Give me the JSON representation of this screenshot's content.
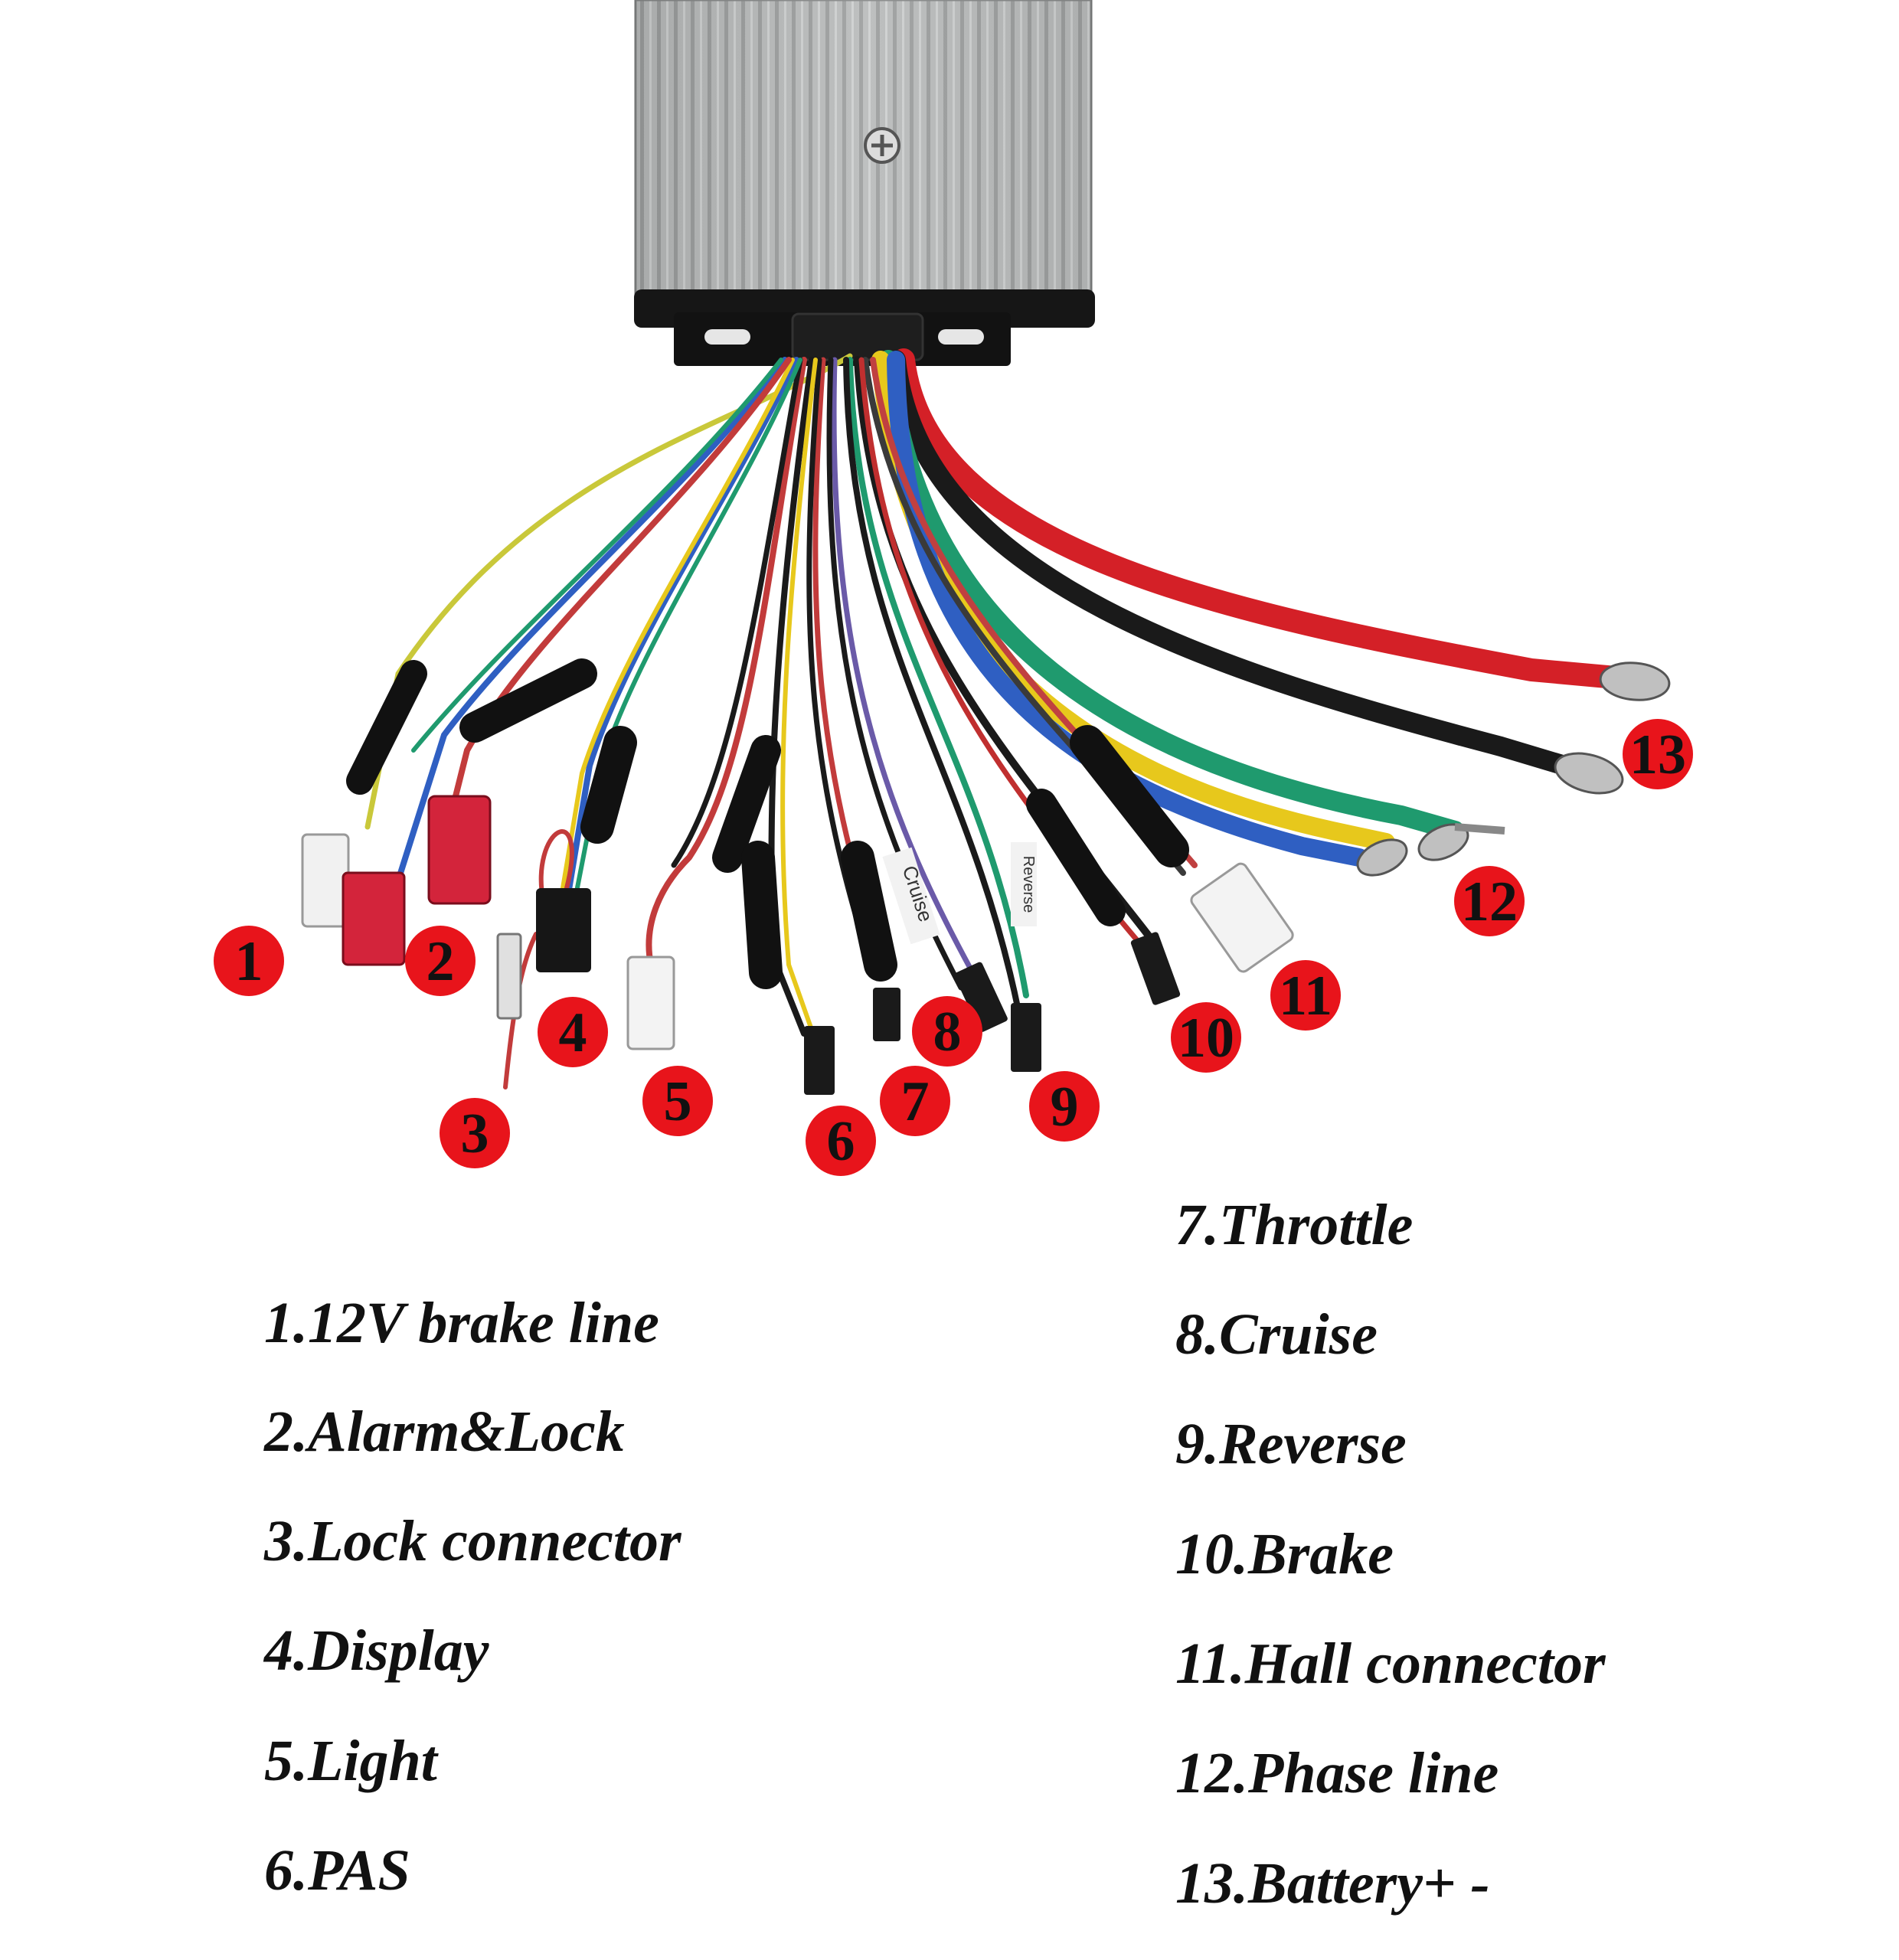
{
  "labels": {
    "cruise_sleeve": "Cruise",
    "reverse_sleeve": "Reverse"
  },
  "callouts": [
    "1",
    "2",
    "3",
    "4",
    "5",
    "6",
    "7",
    "8",
    "9",
    "10",
    "11",
    "12",
    "13"
  ],
  "legend_left": [
    "1.12V brake line",
    "2.Alarm&Lock",
    "3.Lock connector",
    "4.Display",
    "5.Light",
    "6.PAS"
  ],
  "legend_right": [
    "7.Throttle",
    "8.Cruise",
    "9.Reverse",
    "10.Brake",
    "11.Hall connector",
    "12.Phase line",
    "13.Battery+ -"
  ],
  "colors": {
    "badge": "#e8141b",
    "housing": "#b4b6b6",
    "bracket": "#121212",
    "wire_red": "#d42027",
    "wire_black": "#1a1a1a",
    "wire_blue": "#2f5fc2",
    "wire_green": "#1f9a6e",
    "wire_yellow": "#e7c81c"
  }
}
